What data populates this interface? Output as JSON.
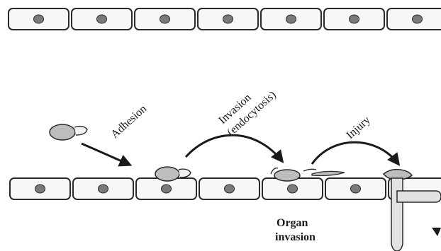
{
  "labels": {
    "adhesion": "Adhesion",
    "invasion_line1": "Invasion",
    "invasion_line2": "(endocytosis)",
    "injury": "Injury",
    "organ_line1": "Organ",
    "organ_line2": "invasion"
  },
  "colors": {
    "cell_fill": "#f7f7f7",
    "cell_stroke": "#2a2a2a",
    "nucleus": "#7a7a7a",
    "pathogen_fill": "#bdbdbd",
    "arrow": "#1a1a1a"
  }
}
